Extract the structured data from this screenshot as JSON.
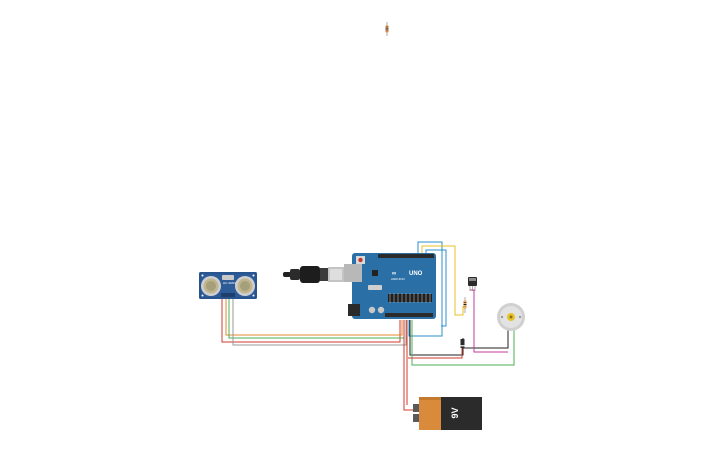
{
  "app": {
    "title": "Circuit simulator canvas"
  },
  "components": {
    "ultrasonic_sensor": {
      "name": "HC-SR04",
      "label": "HC-SR04"
    },
    "arduino": {
      "logo": "∞",
      "board_label": "UNO",
      "brand": "ARDUINO"
    },
    "battery": {
      "label": "9V"
    },
    "motor": {
      "name": "DC Motor"
    },
    "usb_cable": {
      "name": "USB cable"
    },
    "resistor_top": {
      "name": "Resistor"
    },
    "resistor_mid": {
      "name": "Resistor"
    },
    "transistor": {
      "name": "Transistor"
    },
    "diode": {
      "name": "Diode"
    }
  },
  "colors": {
    "arduino_blue": "#2a6fa6",
    "sensor_blue": "#2c5b98",
    "battery_orange": "#d98a3a",
    "battery_black": "#2b2b2b",
    "wire_red": "#d33a2c",
    "wire_green": "#4caf50",
    "wire_orange": "#e08a2e",
    "wire_blue": "#2d8fc9",
    "wire_yellow": "#e8c22a",
    "wire_black": "#222222",
    "wire_magenta": "#c0399a"
  }
}
